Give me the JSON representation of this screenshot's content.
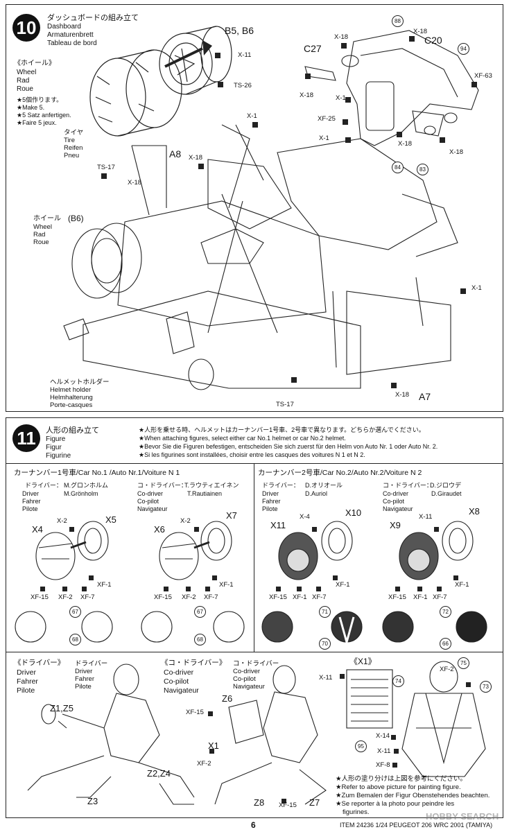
{
  "step10": {
    "number": "10",
    "title_ja": "ダッシュボードの組み立て",
    "title_lines": [
      "Dashboard",
      "Armaturenbrett",
      "Tableau de bord"
    ],
    "wheel_ja": "《ホイール》",
    "wheel_lines": [
      "Wheel",
      "Rad",
      "Roue"
    ],
    "make_ja": "★5個作ります。",
    "make_lines": [
      "★Make 5.",
      "★5 Satz anfertigen.",
      "★Faire 5 jeux."
    ],
    "tire_lines": [
      "タイヤ",
      "Tire",
      "Reifen",
      "Pneu"
    ],
    "wheel2_ja": "ホイール",
    "wheel2_part": "(B6)",
    "wheel2_lines": [
      "Wheel",
      "Rad",
      "Roue"
    ],
    "helmet_holder_lines": [
      "ヘルメットホルダー",
      "Helmet holder",
      "Helmhalterung",
      "Porte-casques"
    ],
    "labels": {
      "b5b6": "B5, B6",
      "x11": "X-11",
      "ts26": "TS-26",
      "c27": "C27",
      "c20": "C20",
      "a8": "A8",
      "a7": "A7",
      "ts17a": "TS-17",
      "ts17b": "TS-17",
      "x18": "X-18",
      "x1": "X-1",
      "xf63": "XF-63",
      "xf25": "XF-25"
    },
    "callouts": [
      "88",
      "94",
      "84",
      "83"
    ]
  },
  "step11": {
    "number": "11",
    "title_ja": "人形の組み立て",
    "title_lines": [
      "Figure",
      "Figur",
      "Figurine"
    ],
    "notes": [
      "★人形を乗せる時、ヘルメットはカーナンバー1号車、2号車で異なります。どちらか選んでください。",
      "★When attaching figures, select either car No.1 helmet or car No.2 helmet.",
      "★Bevor Sie die Figuren befestigen, entscheiden Sie sich zuerst für den Helm von Auto Nr. 1 oder Auto Nr. 2.",
      "★Si les figurines sont installées, choisir entre les casques des voitures N 1 et N 2."
    ],
    "car1": {
      "header": "カーナンバー1号車/Car No.1 /Auto Nr.1/Voiture N  1",
      "driver_label_ja": "ドライバー：",
      "driver_name_ja": "M.グロンホルム",
      "driver_label_lines": [
        "Driver",
        "Fahrer",
        "Pilote"
      ],
      "driver_name": "M.Grönholm",
      "codriver_label_ja": "コ・ドライバー：",
      "codriver_name_ja": "T.ラウティエイネン",
      "codriver_label_lines": [
        "Co-driver",
        "Co-pilot",
        "Navigateur"
      ],
      "codriver_name": "T.Rautiainen",
      "helmet_a": {
        "big1": "X4",
        "big2": "X5",
        "small": [
          "X-2",
          "XF-1",
          "XF-15",
          "XF-2",
          "XF-7"
        ]
      },
      "helmet_b": {
        "big1": "X6",
        "big2": "X7",
        "small": [
          "X-2",
          "XF-1",
          "XF-15",
          "XF-2",
          "XF-7"
        ]
      },
      "decals": [
        "67",
        "68",
        "67",
        "68"
      ]
    },
    "car2": {
      "header": "カーナンバー2号車/Car No.2/Auto Nr.2/Voiture N  2",
      "driver_label_ja": "ドライバー：",
      "driver_name_ja": "D.オリオール",
      "driver_name": "D.Auriol",
      "codriver_label_ja": "コ・ドライバー：",
      "codriver_name_ja": "D.ジロウデ",
      "codriver_name": "D.Giraudet",
      "helmet_a": {
        "big1": "X11",
        "big2": "X10",
        "small": [
          "X-4",
          "XF-1",
          "XF-15",
          "XF-1",
          "XF-7"
        ]
      },
      "helmet_b": {
        "big1": "X9",
        "big2": "X8",
        "small": [
          "X-11",
          "XF-1",
          "XF-15",
          "XF-1",
          "XF-7"
        ]
      },
      "decals": [
        "71",
        "70",
        "72",
        "66"
      ]
    },
    "driver_section": {
      "title_ja": "《ドライバー》",
      "title_lines": [
        "Driver",
        "Fahrer",
        "Pilote"
      ],
      "tag_lines": [
        "ドライバー",
        "Driver",
        "Fahrer",
        "Pilote"
      ],
      "parts": [
        "Z1,Z5",
        "Z2,Z4",
        "Z3"
      ]
    },
    "codriver_section": {
      "title_ja": "《コ・ドライバー》",
      "title_lines": [
        "Co-driver",
        "Co-pilot",
        "Navigateur"
      ],
      "tag_lines": [
        "コ・ドライバー",
        "Co-driver",
        "Co-pilot",
        "Navigateur"
      ],
      "parts": [
        "Z6",
        "X1",
        "Z8",
        "Z7"
      ],
      "small": [
        "XF-15",
        "XF-2",
        "XF-15"
      ]
    },
    "x1_section": {
      "title": "《X1》",
      "small": [
        "X-11",
        "XF-2",
        "X-14",
        "X-11",
        "XF-8"
      ],
      "callouts": [
        "95",
        "74",
        "75",
        "73"
      ]
    },
    "paint_notes": [
      "★人形の塗り分けは上図を参考にください。",
      "★Refer to above picture for painting figure.",
      "★Zum Bemalen der Figur Obenstehendes beachten.",
      "★Se reporter à la photo pour peindre les",
      "figurines."
    ]
  },
  "footer": {
    "page": "6",
    "item": "ITEM 24236 1/24 PEUGEOT 206 WRC 2001 (TAMIYA)",
    "watermark": "HOBBY SEARCH"
  }
}
